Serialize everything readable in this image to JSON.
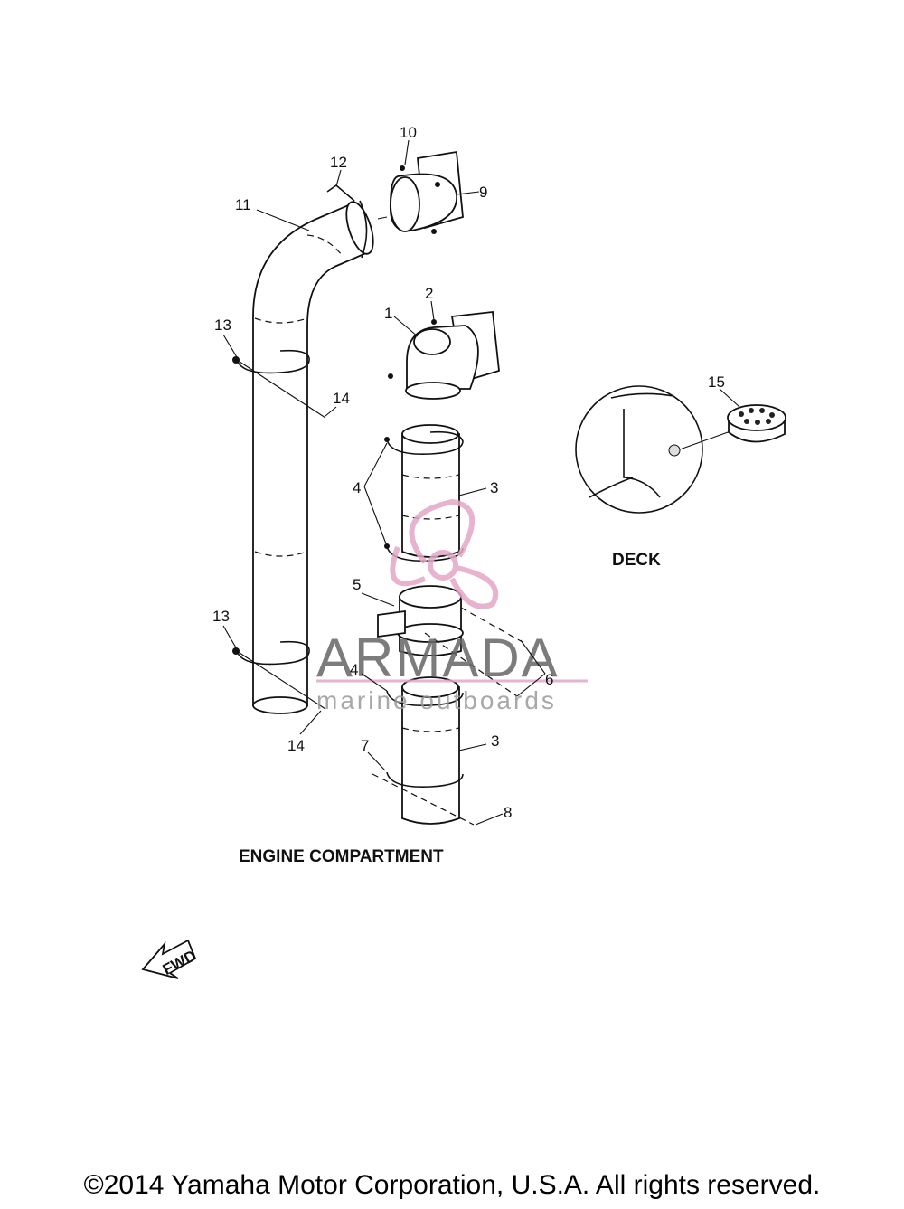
{
  "callouts": {
    "c1": "1",
    "c2": "2",
    "c3a": "3",
    "c3b": "3",
    "c4a": "4",
    "c4b": "4",
    "c5": "5",
    "c6": "6",
    "c7": "7",
    "c8": "8",
    "c9": "9",
    "c10": "10",
    "c11": "11",
    "c12": "12",
    "c13a": "13",
    "c13b": "13",
    "c14a": "14",
    "c14b": "14",
    "c15": "15"
  },
  "captions": {
    "deck": "DECK",
    "engine_compartment": "ENGINE COMPARTMENT",
    "fwd": "FWD"
  },
  "watermark": {
    "title": "ARMADA",
    "subtitle": "marine outboards",
    "accent_color": "#e0a0c0"
  },
  "footer": {
    "copyright": "©2014 Yamaha Motor Corporation, U.S.A. All rights reserved."
  }
}
